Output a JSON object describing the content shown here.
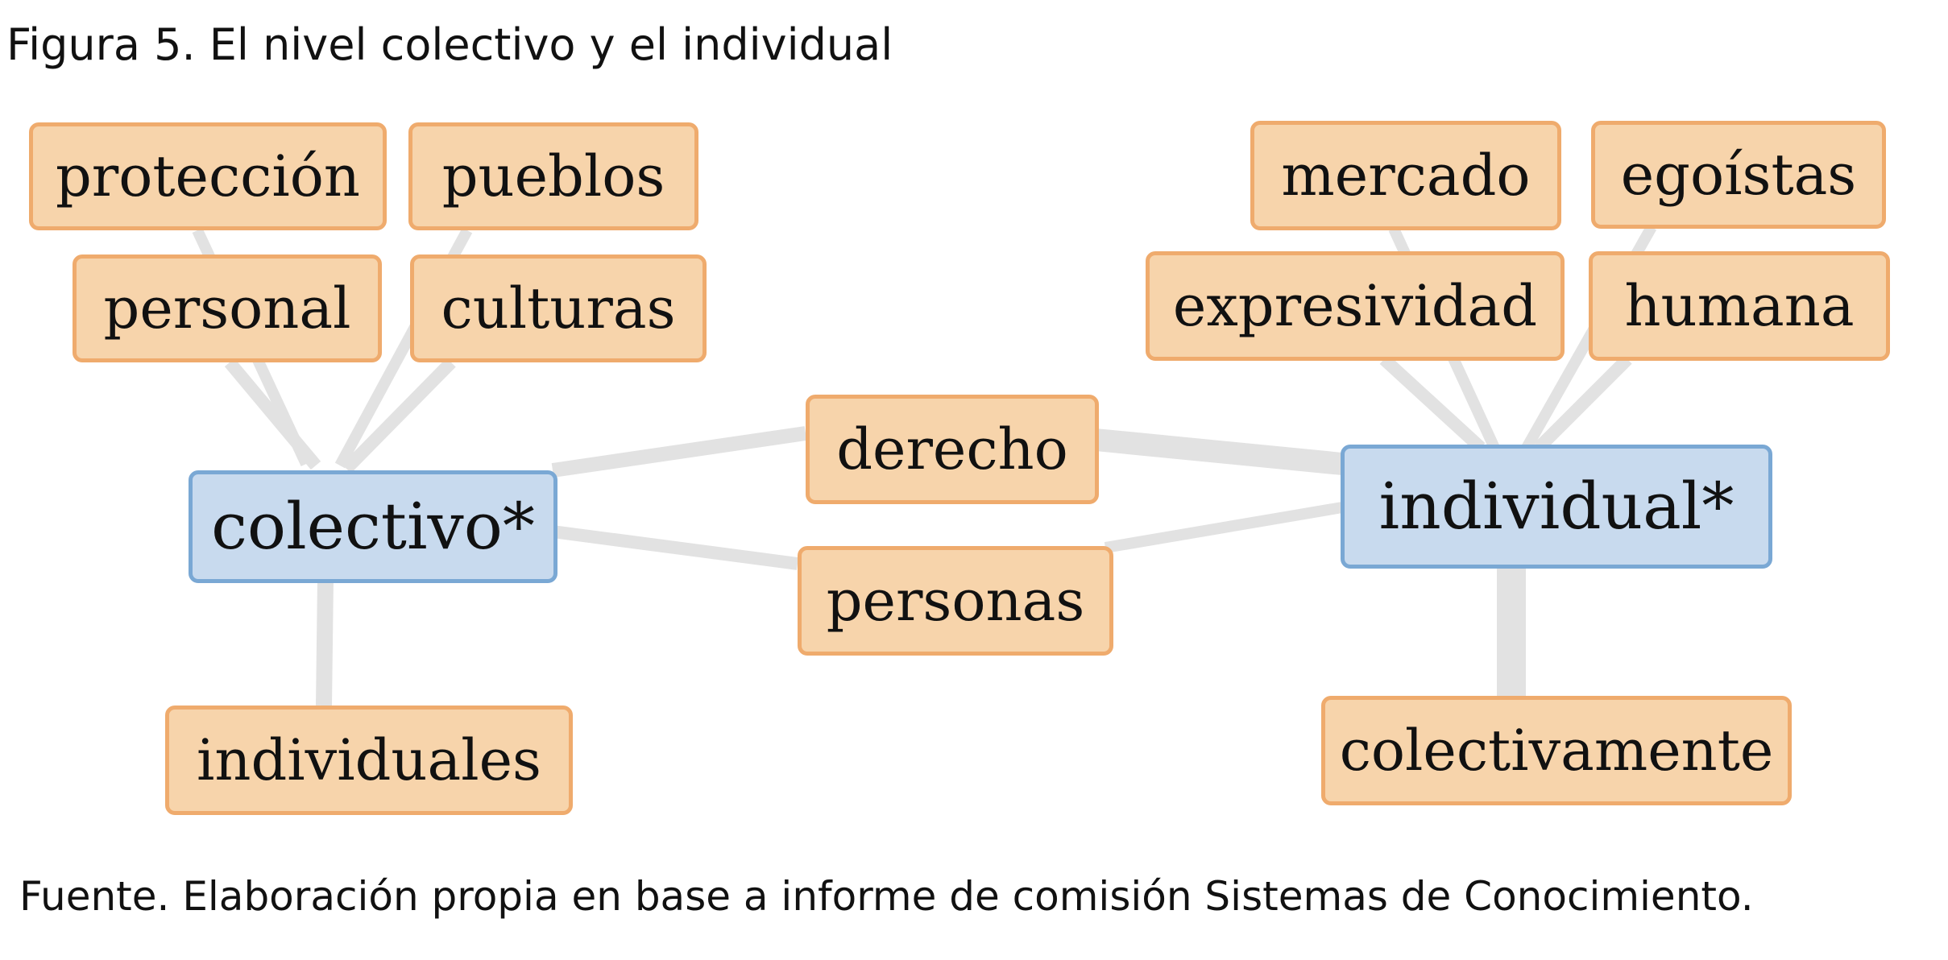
{
  "figure": {
    "title": "Figura 5. El nivel colectivo y el individual",
    "source": "Fuente. Elaboración propia en base a informe de comisión Sistemas de Conocimiento."
  },
  "nodes": {
    "colectivo": "colectivo*",
    "individual": "individual*",
    "proteccion": "protección",
    "pueblos": "pueblos",
    "personal": "personal",
    "culturas": "culturas",
    "individuales": "individuales",
    "derecho": "derecho",
    "personas": "personas",
    "mercado": "mercado",
    "egoistas": "egoístas",
    "expresividad": "expresividad",
    "humana": "humana",
    "colectivamente": "colectivamente"
  },
  "colors": {
    "term_fill": "#f7d4ab",
    "term_border": "#efab6d",
    "hub_fill": "#c8daee",
    "hub_border": "#7aa8d4",
    "edge": "#e2e2e2"
  }
}
